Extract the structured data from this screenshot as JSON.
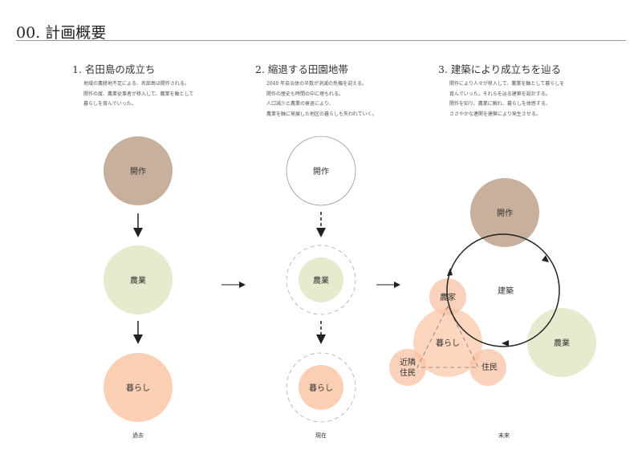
{
  "title": "00. 計画概要",
  "sections": [
    {
      "heading": "1. 名田島の成立ち",
      "lines": [
        "地域の農耕地不足による、名田島は開作される。",
        "開作の度、農業従事者が移入して、農業を軸として",
        "暮らしを育んでいった。"
      ]
    },
    {
      "heading": "2. 縮退する田園地帯",
      "lines": [
        "2040 年自治体の半数が消滅の危機を迎える。",
        "開作の歴史も時間の中に埋もれる。",
        "人口減少と農業の衰退により、",
        "農業を軸に発展した地区の暮らしも失われていく。"
      ]
    },
    {
      "heading": "3. 建築により成立ちを辿る",
      "lines": [
        "開作により人々が移入して、農業を軸として暮らしを",
        "育んでいった。それらを辿る建築を設計する。",
        "開作を知り、農業に触れ、暮らしを体感する、",
        "ささやかな連関を建築により発生させる。"
      ]
    }
  ],
  "diagram": {
    "past": {
      "kaisaku": "開作",
      "nougyou": "農業",
      "kurashi": "暮らし",
      "label": "過去"
    },
    "present": {
      "kaisaku": "開作",
      "nougyou": "農業",
      "kurashi": "暮らし",
      "label": "現在"
    },
    "future": {
      "kaisaku": "開作",
      "kenchiku": "建築",
      "nougyou": "農業",
      "kurashi": "暮らし",
      "nouka": "農家",
      "kinrin1": "近隣",
      "kinrin2": "住民",
      "jumin": "住民",
      "label": "未来"
    }
  },
  "colors": {
    "brown": "#c8b09c",
    "green": "#e5ecce",
    "peach": "#fbcfb4"
  }
}
